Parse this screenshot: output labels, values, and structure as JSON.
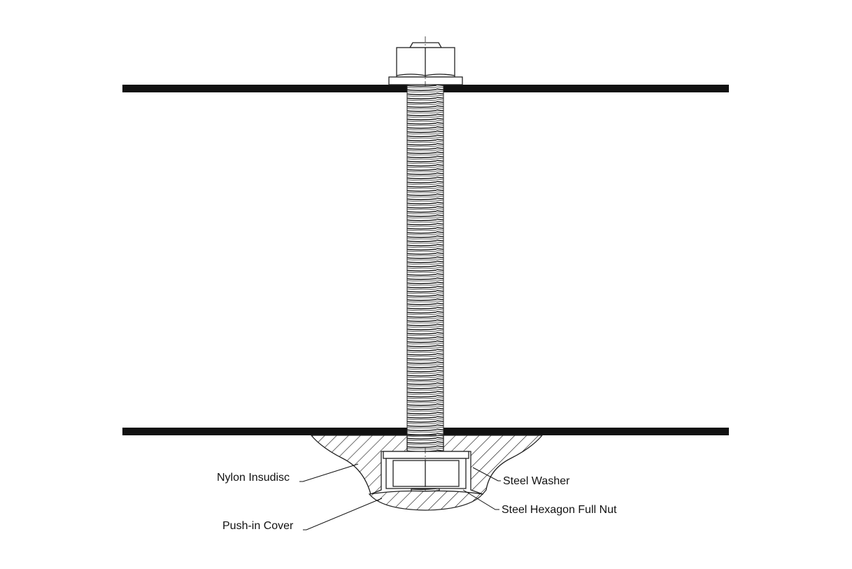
{
  "diagram": {
    "labels": {
      "nylon_insudisc": "Nylon Insudisc",
      "steel_washer": "Steel Washer",
      "steel_hexagon_full_nut": "Steel Hexagon Full Nut",
      "push_in_cover": "Push-in Cover"
    },
    "colors": {
      "ink": "#111111",
      "background": "#ffffff"
    }
  }
}
